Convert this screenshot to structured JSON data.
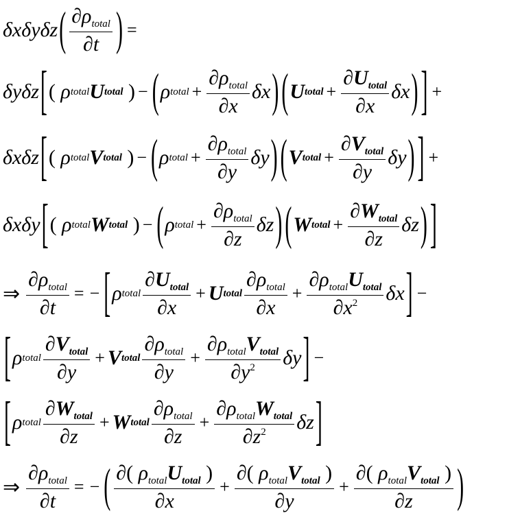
{
  "sym": {
    "d": "δ",
    "p": "∂",
    "rho": "ρ",
    "tot": "total",
    "x": "x",
    "y": "y",
    "z": "z",
    "t": "t",
    "U": "U",
    "V": "V",
    "W": "W",
    "plus": "+",
    "minus": "−",
    "eq": "=",
    "implies": "⇒",
    "two": "2"
  }
}
